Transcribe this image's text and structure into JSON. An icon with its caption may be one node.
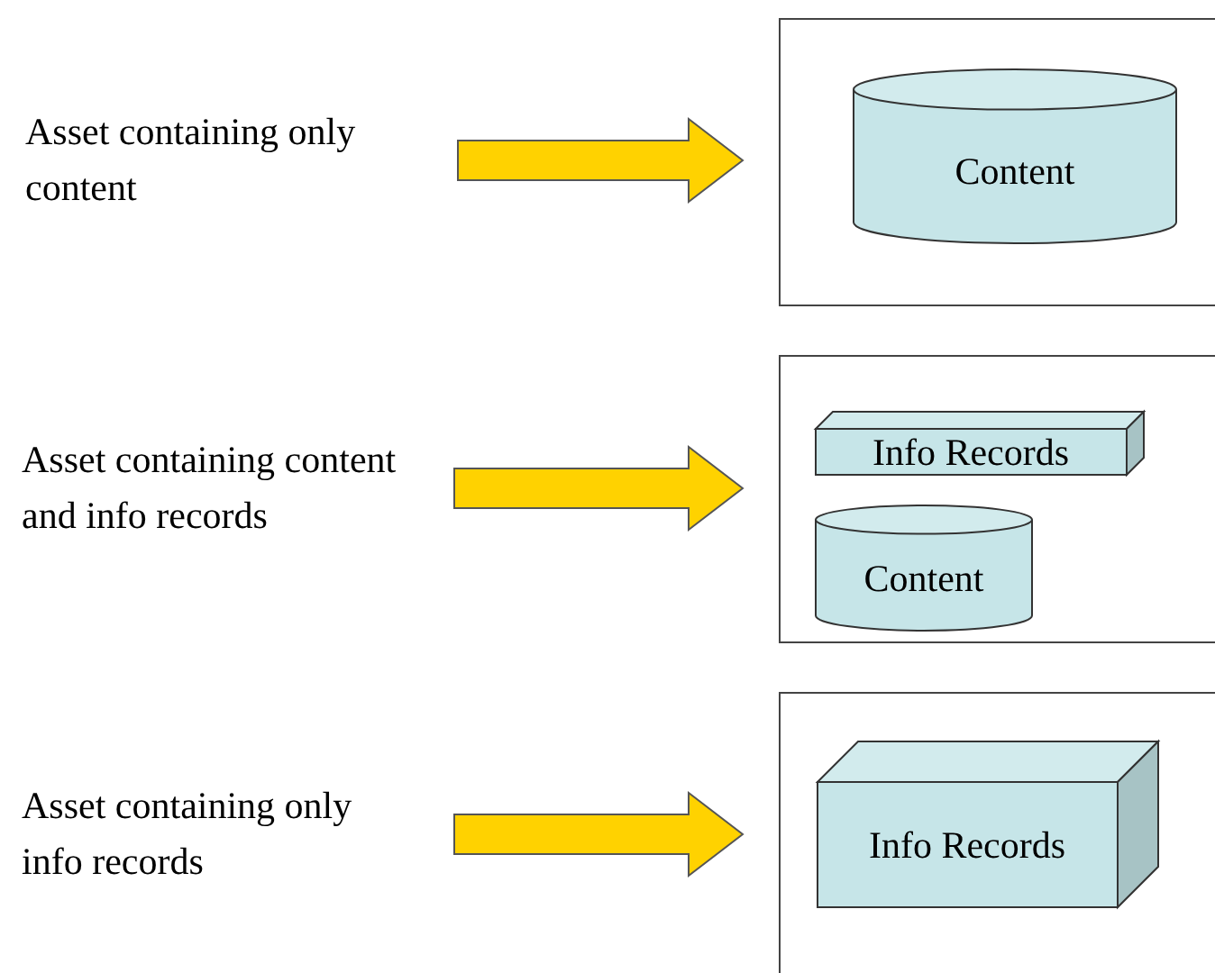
{
  "diagram": {
    "nodes": [
      {
        "text": [
          "Asset containing only content"
        ]
      },
      {
        "text": [],
        "shape": "box"
      },
      {
        "text": [
          "Content"
        ],
        "in": 1
      },
      {
        "text": [
          "Asset containing content and info records"
        ]
      },
      {
        "text": [],
        "shape": "box"
      },
      {
        "text": [
          "Info Records"
        ],
        "in": 4
      },
      {
        "text": [
          "Content"
        ],
        "in": 4
      },
      {
        "text": [
          "Asset containing only info records"
        ]
      },
      {
        "text": [],
        "shape": "box"
      },
      {
        "text": [
          "Info Records"
        ],
        "in": 8
      }
    ],
    "edges": [
      {
        "from": 0,
        "to": 1,
        "arrow": "to",
        "style": "thick",
        "color": "#ffd200"
      },
      {
        "from": 3,
        "to": 4,
        "arrow": "to",
        "style": "thick",
        "color": "#ffd200"
      },
      {
        "from": 7,
        "to": 8,
        "arrow": "to",
        "style": "thick",
        "color": "#ffd200"
      }
    ]
  }
}
